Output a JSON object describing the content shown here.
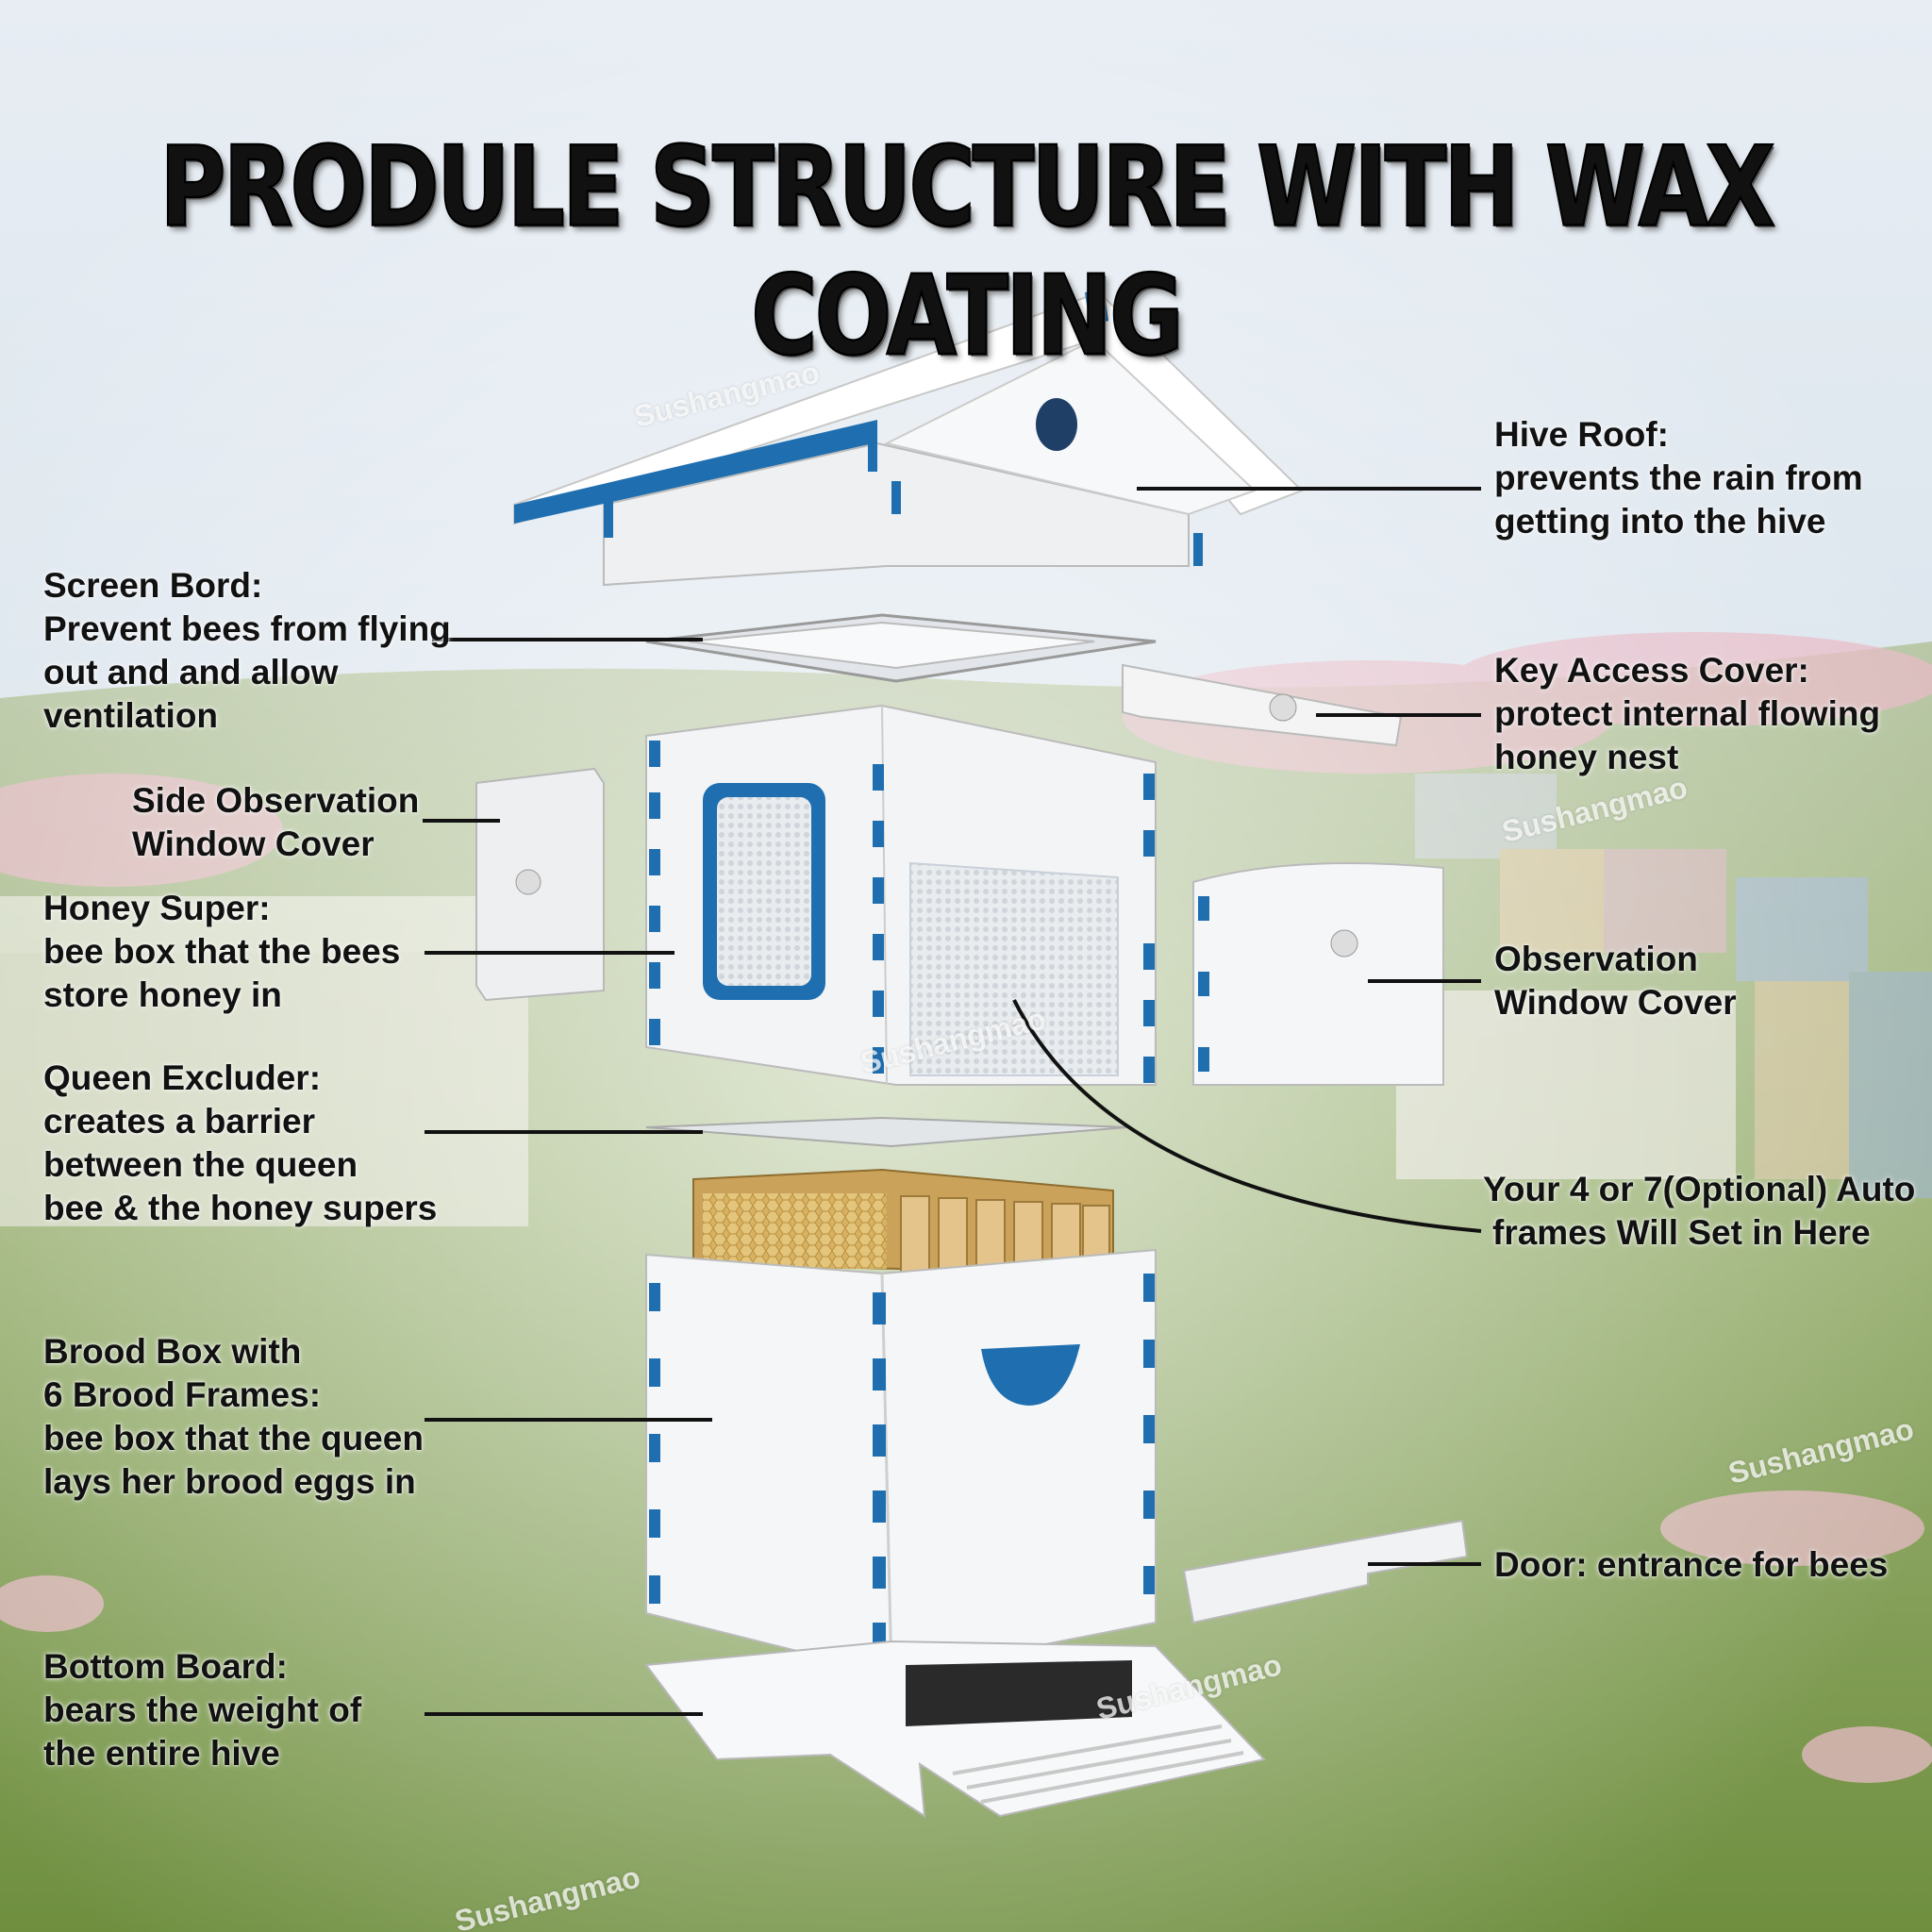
{
  "title": "PRODULE STRUCTURE WITH WAX COATING",
  "watermark": "Sushangmao",
  "colors": {
    "accent_blue": "#1f6fb0",
    "hive_white": "#f2f2f2",
    "frame_wood": "#d9b87a",
    "grass": "#7a9a4c",
    "sky": "#dfe8f0"
  },
  "callouts": {
    "hive_roof": {
      "heading": "Hive Roof:",
      "body": [
        "prevents the rain from",
        "getting into the hive"
      ]
    },
    "screen_board": {
      "heading": "Screen Bord:",
      "body": [
        "Prevent bees from flying",
        "out and and allow",
        "ventilation"
      ]
    },
    "key_access_cover": {
      "heading": "Key Access Cover:",
      "body": [
        "protect internal flowing",
        "honey nest"
      ]
    },
    "side_observation_window_cover": {
      "heading": "Side Observation",
      "body": [
        "Window Cover"
      ]
    },
    "honey_super": {
      "heading": "Honey Super:",
      "body": [
        "bee box that the bees",
        "store honey in"
      ]
    },
    "observation_window_cover": {
      "heading": "Observation",
      "body": [
        "Window Cover"
      ]
    },
    "queen_excluder": {
      "heading": "Queen Excluder:",
      "body": [
        "creates a barrier",
        "between the queen",
        "bee & the honey supers"
      ]
    },
    "auto_frames": {
      "heading": "Your 4 or 7(Optional) Auto",
      "body": [
        "frames Will Set in Here"
      ]
    },
    "brood_box": {
      "heading": "Brood Box with",
      "body": [
        "6 Brood Frames:",
        "bee box that the queen",
        "lays her brood eggs in"
      ]
    },
    "door": {
      "heading": "Door: entrance for bees",
      "body": []
    },
    "bottom_board": {
      "heading": "Bottom Board:",
      "body": [
        "bears the weight of",
        "the entire hive"
      ]
    }
  }
}
